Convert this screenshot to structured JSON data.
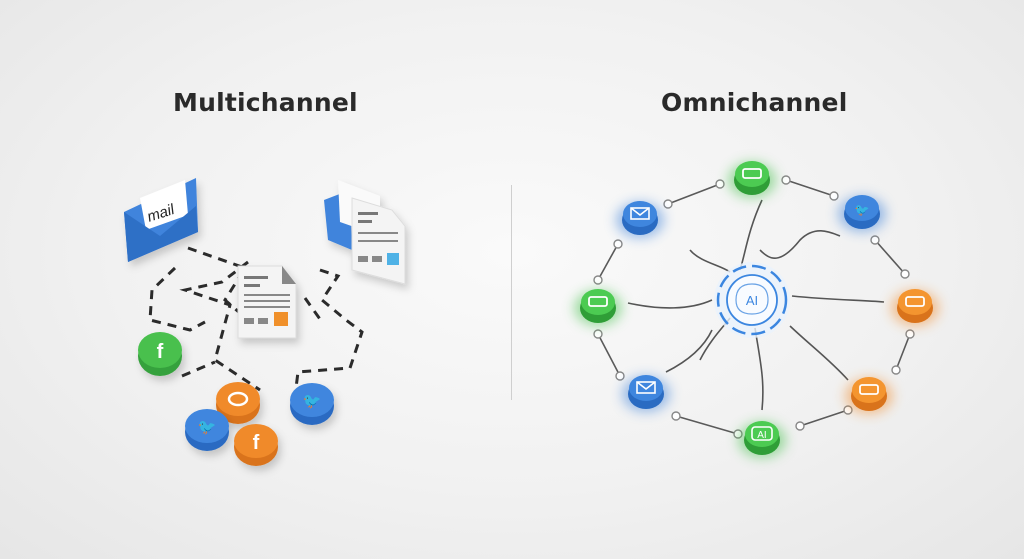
{
  "left_panel": {
    "title": "Multichannel",
    "channels": [
      {
        "icon": "mail-envelope-icon",
        "label": "mail",
        "color": "#3b7fd8"
      },
      {
        "icon": "document-envelope-icon",
        "color": "#3b7fd8"
      },
      {
        "icon": "document-icon",
        "color": "#f0902a"
      },
      {
        "icon": "facebook-icon",
        "color": "#43b649"
      },
      {
        "icon": "chat-icon",
        "color": "#f08a2b"
      },
      {
        "icon": "twitter-icon",
        "color": "#3b7fd8"
      },
      {
        "icon": "twitter-icon",
        "color": "#3b7fd8"
      },
      {
        "icon": "facebook-icon",
        "color": "#f08a2b"
      }
    ],
    "connector_style": "dashed-disconnected"
  },
  "right_panel": {
    "title": "Omnichannel",
    "hub": {
      "label": "AI",
      "icon": "brain-icon",
      "color": "#3b86e0"
    },
    "nodes": [
      {
        "icon": "store-icon",
        "color": "#43c04a",
        "position": "top"
      },
      {
        "icon": "twitter-icon",
        "color": "#3b7fd8",
        "position": "top-right"
      },
      {
        "icon": "store-icon",
        "color": "#f08a2b",
        "position": "right"
      },
      {
        "icon": "store-icon",
        "color": "#f08a2b",
        "position": "bottom-right"
      },
      {
        "icon": "ai-badge-icon",
        "label": "AI",
        "color": "#43c04a",
        "position": "bottom"
      },
      {
        "icon": "mail-icon",
        "color": "#3b7fd8",
        "position": "bottom-left"
      },
      {
        "icon": "store-icon",
        "color": "#43c04a",
        "position": "left"
      },
      {
        "icon": "mail-icon",
        "color": "#3b7fd8",
        "position": "top-left"
      }
    ],
    "connector_style": "solid-unified"
  },
  "colors": {
    "blue": "#3b7fd8",
    "green": "#43c04a",
    "orange": "#f08a2b",
    "line": "#555555",
    "background": "#f2f2f2"
  }
}
